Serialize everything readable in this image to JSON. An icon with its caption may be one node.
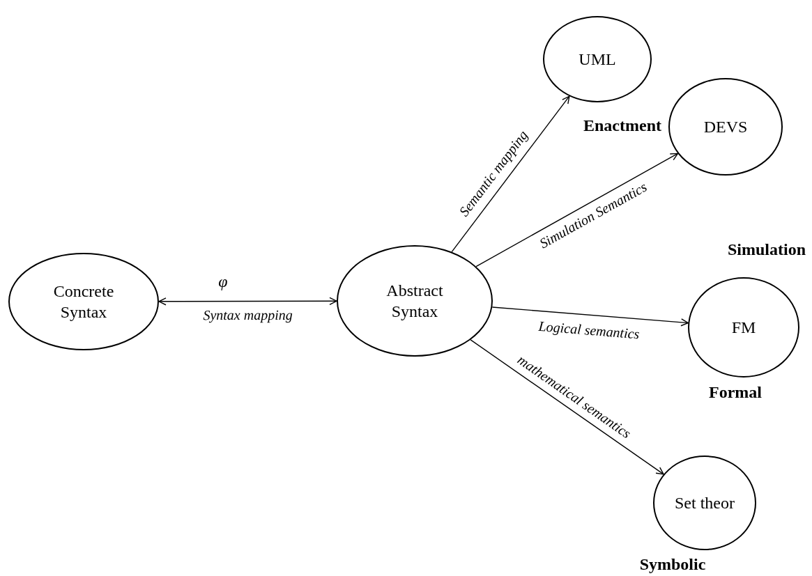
{
  "diagram": {
    "nodes": [
      {
        "text": [
          "Concrete Syntax"
        ]
      },
      {
        "text": [
          "Abstract Syntax"
        ]
      },
      {
        "text": [
          "UML"
        ]
      },
      {
        "text": [
          "DEVS"
        ]
      },
      {
        "text": [
          "FM"
        ],
        "beside": [
          "Formal"
        ]
      },
      {
        "text": [
          "Set theor"
        ],
        "beside": [
          "Symbolic"
        ]
      }
    ],
    "edges": [
      {
        "from": 0,
        "to": 1,
        "arrow": "both",
        "label": "Syntax mapping"
      },
      {
        "from": 1,
        "to": 2,
        "arrow": "to",
        "label": "Semantic mapping"
      },
      {
        "from": 1,
        "to": 3,
        "arrow": "to",
        "label": "Simulation Semantics"
      },
      {
        "from": 1,
        "to": 4,
        "arrow": "to",
        "label": "Logical semantics"
      },
      {
        "from": 1,
        "to": 5,
        "arrow": "to",
        "label": "mathematical semantics"
      }
    ],
    "labels": [
      "Enactment",
      "Simulation",
      "φ"
    ]
  }
}
